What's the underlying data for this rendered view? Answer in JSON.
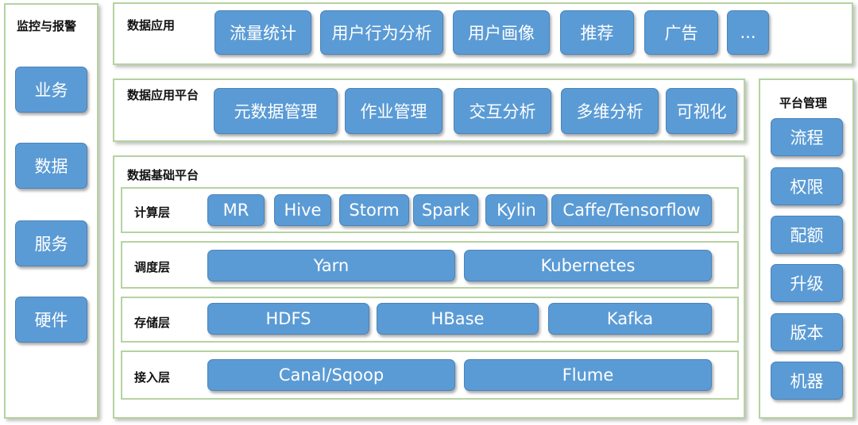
{
  "monitor": {
    "title": "监控与报警",
    "items": [
      "业务",
      "数据",
      "服务",
      "硬件"
    ]
  },
  "data_apps": {
    "title": "数据应用",
    "items": [
      "流量统计",
      "用户行为分析",
      "用户画像",
      "推荐",
      "广告",
      "..."
    ]
  },
  "app_platform": {
    "title": "数据应用平台",
    "items": [
      "元数据管理",
      "作业管理",
      "交互分析",
      "多维分析",
      "可视化"
    ]
  },
  "base_platform": {
    "title": "数据基础平台",
    "compute": {
      "title": "计算层",
      "items": [
        "MR",
        "Hive",
        "Storm",
        "Spark",
        "Kylin",
        "Caffe/Tensorflow"
      ]
    },
    "schedule": {
      "title": "调度层",
      "items": [
        "Yarn",
        "Kubernetes"
      ]
    },
    "storage": {
      "title": "存储层",
      "items": [
        "HDFS",
        "HBase",
        "Kafka"
      ]
    },
    "ingest": {
      "title": "接入层",
      "items": [
        "Canal/Sqoop",
        "Flume"
      ]
    }
  },
  "platform_mgmt": {
    "title": "平台管理",
    "items": [
      "流程",
      "权限",
      "配额",
      "升级",
      "版本",
      "机器"
    ]
  }
}
